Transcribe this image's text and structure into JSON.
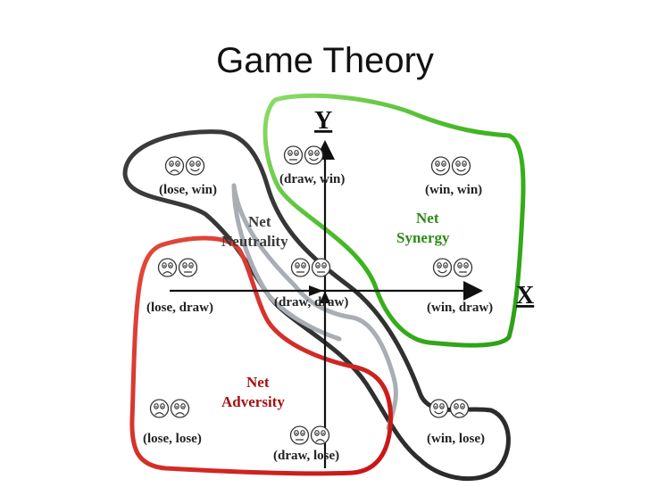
{
  "slide": {
    "title": "Game Theory"
  },
  "axes": {
    "x_label": "X",
    "y_label": "Y"
  },
  "regions": [
    {
      "name": "neutrality",
      "label_line1": "Net",
      "label_line2": "Neutrality",
      "color": "#3a3a3a"
    },
    {
      "name": "synergy",
      "label_line1": "Net",
      "label_line2": "Synergy",
      "color": "#3cb51e"
    },
    {
      "name": "adversity",
      "label_line1": "Net",
      "label_line2": "Adversity",
      "color": "#c81414"
    },
    {
      "name": "neutrality-band",
      "color": "#a8aeb3"
    }
  ],
  "outcomes": [
    {
      "id": "lose-win",
      "label": "(lose, win)",
      "faces": [
        "sad",
        "happy"
      ]
    },
    {
      "id": "draw-win",
      "label": "(draw,  win)",
      "faces": [
        "neutral",
        "happy"
      ]
    },
    {
      "id": "win-win",
      "label": "(win, win)",
      "faces": [
        "happy",
        "happy"
      ]
    },
    {
      "id": "lose-draw",
      "label": "(lose, draw)",
      "faces": [
        "sad",
        "neutral"
      ]
    },
    {
      "id": "draw-draw",
      "label": "(draw,  draw)",
      "faces": [
        "neutral",
        "neutral"
      ]
    },
    {
      "id": "win-draw",
      "label": "(win, draw)",
      "faces": [
        "happy",
        "neutral"
      ]
    },
    {
      "id": "lose-lose",
      "label": "(lose, lose)",
      "faces": [
        "sad",
        "sad"
      ]
    },
    {
      "id": "draw-lose",
      "label": "(draw,  lose)",
      "faces": [
        "neutral",
        "sad"
      ]
    },
    {
      "id": "win-lose",
      "label": "(win, lose)",
      "faces": [
        "happy",
        "sad"
      ]
    }
  ]
}
